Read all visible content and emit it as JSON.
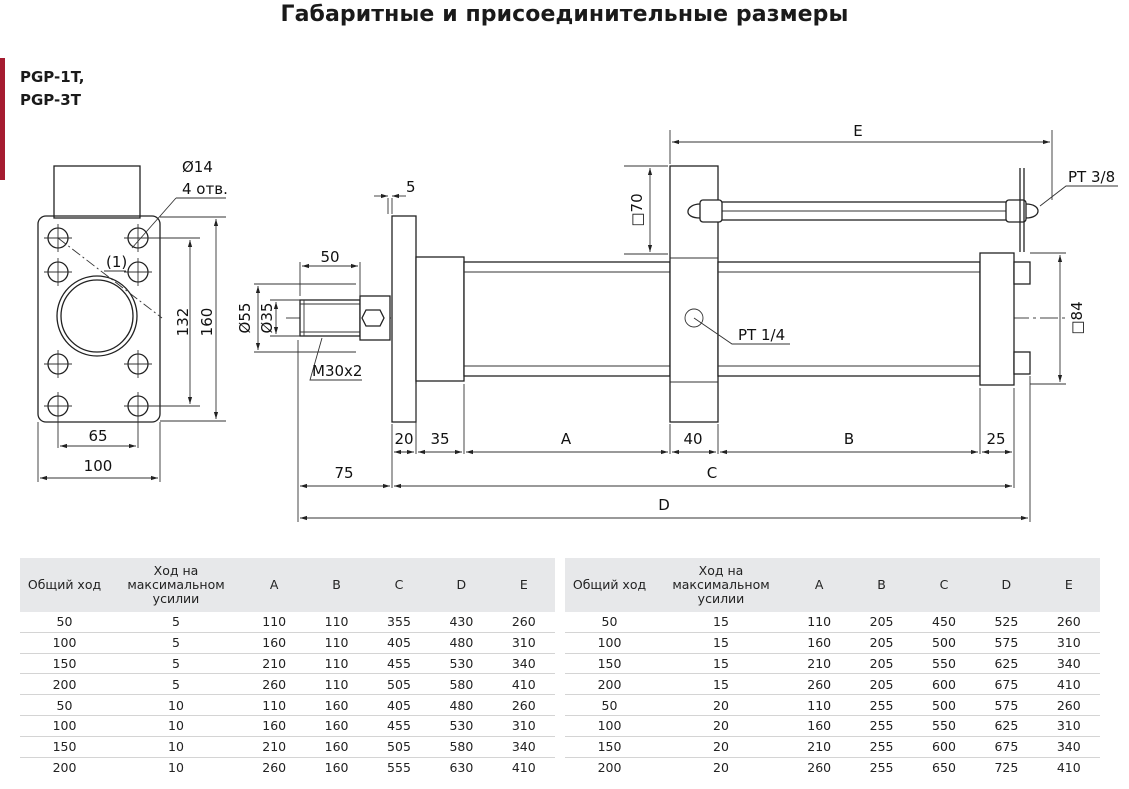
{
  "title": "Габаритные и присоединительные размеры",
  "models": [
    "PGP-1T,",
    "PGP-3T"
  ],
  "drawing": {
    "front_view": {
      "hole_dia": "Ø14",
      "hole_count": "4 отв.",
      "note": "(1)",
      "dim_132": "132",
      "dim_160": "160",
      "dim_65": "65",
      "dim_100": "100"
    },
    "side_view": {
      "dim_5": "5",
      "dim_50": "50",
      "dia_55": "Ø55",
      "dia_35": "Ø35",
      "thread": "M30x2",
      "dim_20": "20",
      "dim_35": "35",
      "dim_A": "A",
      "dim_40": "40",
      "dim_B": "B",
      "dim_25": "25",
      "dim_75": "75",
      "dim_C": "C",
      "dim_D": "D",
      "dim_E": "E",
      "sq_70": "□70",
      "sq_84": "□84",
      "port_38": "PT 3/8",
      "port_14": "PT 1/4"
    }
  },
  "table_headers": [
    "Общий ход",
    "Ход на максимальном усилии",
    "A",
    "B",
    "C",
    "D",
    "E"
  ],
  "tables": [
    {
      "rows": [
        [
          "50",
          "5",
          "110",
          "110",
          "355",
          "430",
          "260"
        ],
        [
          "100",
          "5",
          "160",
          "110",
          "405",
          "480",
          "310"
        ],
        [
          "150",
          "5",
          "210",
          "110",
          "455",
          "530",
          "340"
        ],
        [
          "200",
          "5",
          "260",
          "110",
          "505",
          "580",
          "410"
        ],
        [
          "50",
          "10",
          "110",
          "160",
          "405",
          "480",
          "260"
        ],
        [
          "100",
          "10",
          "160",
          "160",
          "455",
          "530",
          "310"
        ],
        [
          "150",
          "10",
          "210",
          "160",
          "505",
          "580",
          "340"
        ],
        [
          "200",
          "10",
          "260",
          "160",
          "555",
          "630",
          "410"
        ]
      ]
    },
    {
      "rows": [
        [
          "50",
          "15",
          "110",
          "205",
          "450",
          "525",
          "260"
        ],
        [
          "100",
          "15",
          "160",
          "205",
          "500",
          "575",
          "310"
        ],
        [
          "150",
          "15",
          "210",
          "205",
          "550",
          "625",
          "340"
        ],
        [
          "200",
          "15",
          "260",
          "205",
          "600",
          "675",
          "410"
        ],
        [
          "50",
          "20",
          "110",
          "255",
          "500",
          "575",
          "260"
        ],
        [
          "100",
          "20",
          "160",
          "255",
          "550",
          "625",
          "310"
        ],
        [
          "150",
          "20",
          "210",
          "255",
          "600",
          "675",
          "340"
        ],
        [
          "200",
          "20",
          "260",
          "255",
          "650",
          "725",
          "410"
        ]
      ]
    }
  ],
  "colors": {
    "accent": "#a51c30",
    "table_header_bg": "#e7e8ea"
  }
}
